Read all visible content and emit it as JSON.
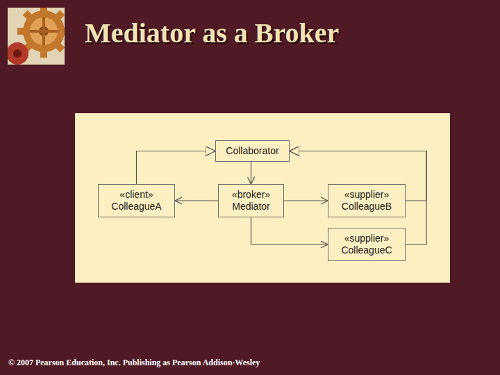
{
  "diagram": {
    "title": "Mediator as a Broker",
    "nodes": [
      {
        "text": [
          "Collaborator"
        ]
      },
      {
        "text": [
          "«client»",
          "ColleagueA"
        ]
      },
      {
        "text": [
          "«broker»",
          "Mediator"
        ]
      },
      {
        "text": [
          "«supplier»",
          "ColleagueB"
        ]
      },
      {
        "text": [
          "«supplier»",
          "ColleagueC"
        ]
      }
    ],
    "edges": [
      {
        "from": 1,
        "to": 0,
        "arrow": "to"
      },
      {
        "from": 3,
        "to": 0,
        "arrow": "to"
      },
      {
        "from": 4,
        "to": 0,
        "arrow": "to"
      },
      {
        "from": 0,
        "to": 2,
        "arrow": "to"
      },
      {
        "from": 2,
        "to": 1,
        "arrow": "to"
      },
      {
        "from": 2,
        "to": 3,
        "arrow": "to"
      },
      {
        "from": 2,
        "to": 4,
        "arrow": "to"
      }
    ],
    "labels": [
      "© 2007 Pearson Education, Inc. Publishing as Pearson Addison-Wesley"
    ]
  }
}
